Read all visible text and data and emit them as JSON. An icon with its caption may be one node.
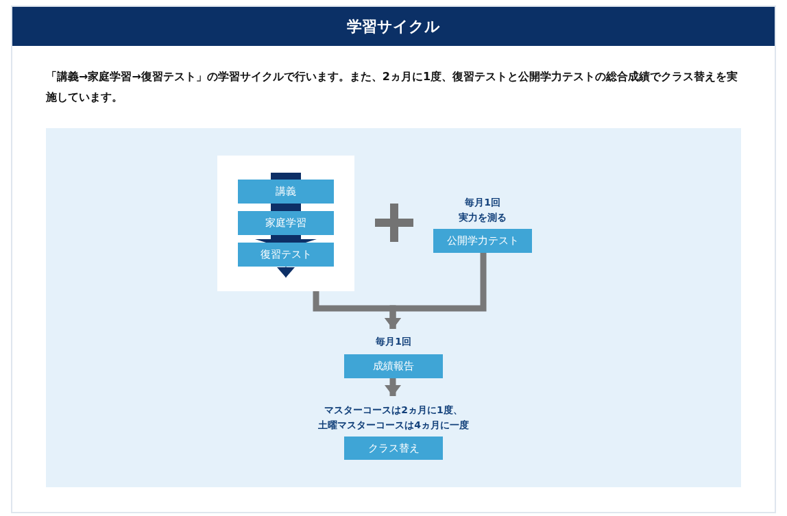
{
  "diagram": {
    "title": "学習サイクル",
    "nodes": [
      {
        "text": [],
        "shape": "box"
      },
      {
        "text": [
          "講義"
        ],
        "in": 0
      },
      {
        "text": [
          "家庭学習"
        ],
        "in": 0
      },
      {
        "text": [
          "復習テスト"
        ],
        "in": 0
      },
      {
        "text": [
          "公開学力テスト"
        ],
        "beside": [
          "毎月1回",
          "実力を測る"
        ]
      },
      {
        "text": [
          "成績報告"
        ],
        "beside": [
          "毎月1回"
        ]
      },
      {
        "text": [
          "クラス替え"
        ],
        "beside": [
          "マスターコースは2ヵ月に1度、土曜マスターコースは4ヵ月に一度"
        ]
      }
    ],
    "edges": [
      {
        "from": 1,
        "to": 2,
        "arrow": "none",
        "style": "thick",
        "color": "#0d2f66"
      },
      {
        "from": 2,
        "to": 3,
        "arrow": "to",
        "style": "thick",
        "color": "#0d2f66"
      },
      {
        "from": 3,
        "to": null,
        "arrow": "to",
        "color": "#0d2f66"
      },
      {
        "from": 0,
        "to": 5,
        "arrow": "to",
        "color": "#787878"
      },
      {
        "from": 4,
        "to": 5,
        "arrow": "to",
        "color": "#787878"
      },
      {
        "from": 5,
        "to": 6,
        "arrow": "to",
        "color": "#787878"
      }
    ],
    "labels": [
      "「講義→家庭学習→復習テスト」の学習サイクルで行います。また、2ヵ月に1度、復習テストと公開学力テストの総合成績でクラス替えを実施しています。"
    ]
  }
}
